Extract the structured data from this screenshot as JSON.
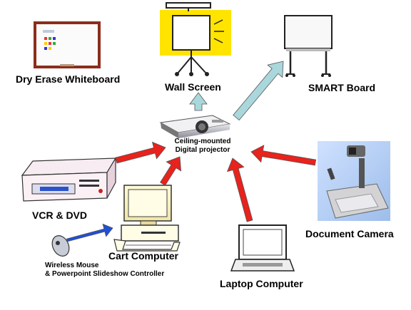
{
  "labels": {
    "dry_erase": "Dry Erase Whiteboard",
    "wall_screen": "Wall Screen",
    "smart_board": "SMART Board",
    "projector_line1": "Ceiling-mounted",
    "projector_line2": "Digital projector",
    "vcr_dvd": "VCR & DVD",
    "document_camera": "Document Camera",
    "cart_computer": "Cart Computer",
    "wireless_line1": "Wireless Mouse",
    "wireless_line2": "& Powerpoint Slideshow Controller",
    "laptop": "Laptop Computer"
  },
  "colors": {
    "red_arrow": "#e8221c",
    "light_blue_arrow": "#a9d7dc",
    "blue_arrow": "#1f4fd6",
    "screen_yellow": "#ffe400",
    "whiteboard_frame": "#8b2d1c"
  },
  "icons": [
    "whiteboard-icon",
    "wall-screen-icon",
    "smart-board-icon",
    "projector-icon",
    "vcr-dvd-icon",
    "document-camera-icon",
    "cart-computer-icon",
    "wireless-mouse-icon",
    "laptop-icon"
  ]
}
